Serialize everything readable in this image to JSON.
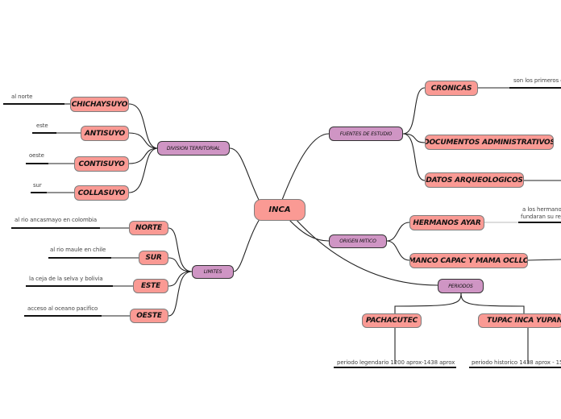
{
  "central": {
    "label": "INCA"
  },
  "left": {
    "division": {
      "label": "DIVISION TERRITORIAL",
      "items": [
        {
          "label": "CHICHAYSUYO",
          "note": "al norte"
        },
        {
          "label": "ANTISUYO",
          "note": "este"
        },
        {
          "label": "CONTISUYO",
          "note": "oeste"
        },
        {
          "label": "COLLASUYO",
          "note": "sur"
        }
      ]
    },
    "limites": {
      "label": "LIMITES",
      "items": [
        {
          "label": "NORTE",
          "note": "al rio ancasmayo en colombia"
        },
        {
          "label": "SUR",
          "note": "al rio maule en chile"
        },
        {
          "label": "ESTE",
          "note": "la ceja de la selva y bolivia"
        },
        {
          "label": "OESTE",
          "note": "acceso al oceano pacifico"
        }
      ]
    }
  },
  "right": {
    "fuentes": {
      "label": "FUENTES DE ESTUDIO",
      "items": [
        {
          "label": "CRONICAS",
          "note": "son los primeros c"
        },
        {
          "label": "DOCUMENTOS ADMINISTRATIVOS"
        },
        {
          "label": "DATOS ARQUEOLOGICOS"
        }
      ]
    },
    "origen": {
      "label": "ORIGEN MITICO",
      "items": [
        {
          "label": "HERMANOS AYAR",
          "note_line1": "a los  hermano",
          "note_line2": "fundaran su re"
        },
        {
          "label": "MANCO CAPAC Y MAMA OCLLO"
        }
      ]
    },
    "periodos": {
      "label": "PERIODOS",
      "items": [
        {
          "label": "PACHACUTEC",
          "note": "periodo legendario 1200 aprox-1438 aprox"
        },
        {
          "label": "TUPAC INCA YUPANQUI",
          "note": "periodo historico 1438 aprox - 15"
        }
      ]
    }
  },
  "colors": {
    "node_pink": "#fa9a94",
    "node_purple": "#cf95c4",
    "line": "#222222"
  }
}
